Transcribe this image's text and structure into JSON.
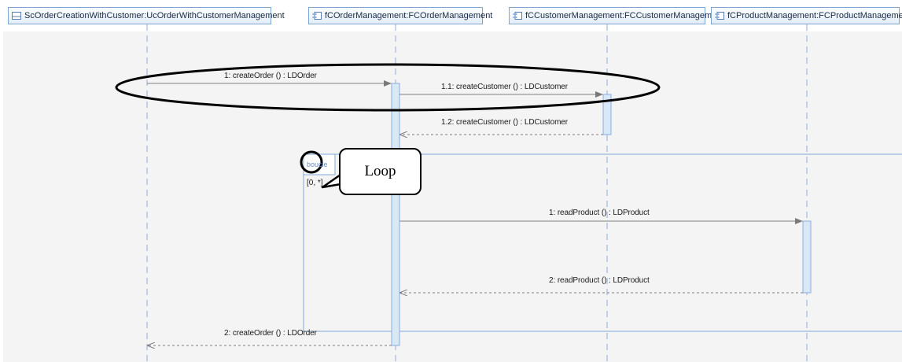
{
  "lifelines": [
    {
      "label": "ScOrderCreationWithCustomer:UcOrderWithCustomerManagement",
      "icon": "boundary-icon"
    },
    {
      "label": "fCOrderManagement:FCOrderManagement",
      "icon": "component-icon"
    },
    {
      "label": "fCCustomerManagement:FCCustomerManagement",
      "icon": "component-icon"
    },
    {
      "label": "fCProductManagement:FCProductManagement",
      "icon": "component-icon"
    }
  ],
  "messages": [
    {
      "label": "1: createOrder () : LDOrder",
      "kind": "call"
    },
    {
      "label": "1.1: createCustomer () : LDCustomer",
      "kind": "call"
    },
    {
      "label": "1.2: createCustomer () : LDCustomer",
      "kind": "return"
    },
    {
      "label": "1: readProduct () : LDProduct",
      "kind": "call"
    },
    {
      "label": "2: readProduct () : LDProduct",
      "kind": "return"
    },
    {
      "label": "2: createOrder () : LDOrder",
      "kind": "return"
    }
  ],
  "fragment": {
    "operator": "boucle",
    "guard": "[0, *]"
  },
  "annotation": {
    "callout_text": "Loop"
  },
  "colors": {
    "lifeline": "#8aaee0",
    "activation_fill": "#d9e8f7",
    "message": "#808080",
    "header_border": "#7fa7d6"
  }
}
